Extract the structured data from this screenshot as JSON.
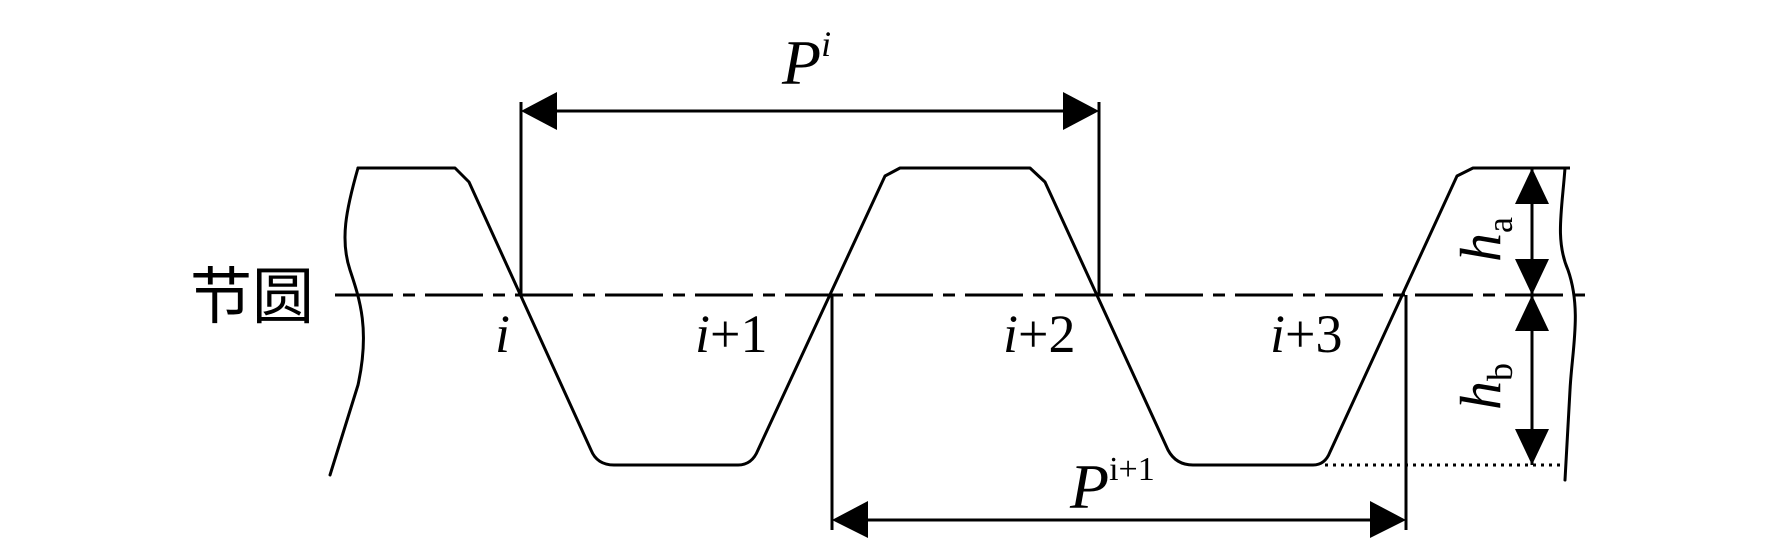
{
  "pitch_circle_label": "节圆",
  "pitch_points": [
    {
      "index": "i",
      "suffix": ""
    },
    {
      "index": "i",
      "suffix": "+1"
    },
    {
      "index": "i",
      "suffix": "+2"
    },
    {
      "index": "i",
      "suffix": "+3"
    }
  ],
  "pitch_top": {
    "symbol": "P",
    "superscript": "i"
  },
  "pitch_bottom": {
    "symbol": "P",
    "superscript": "i+1"
  },
  "addendum": {
    "symbol": "h",
    "subscript": "a"
  },
  "dedendum": {
    "symbol": "h",
    "subscript": "b"
  }
}
